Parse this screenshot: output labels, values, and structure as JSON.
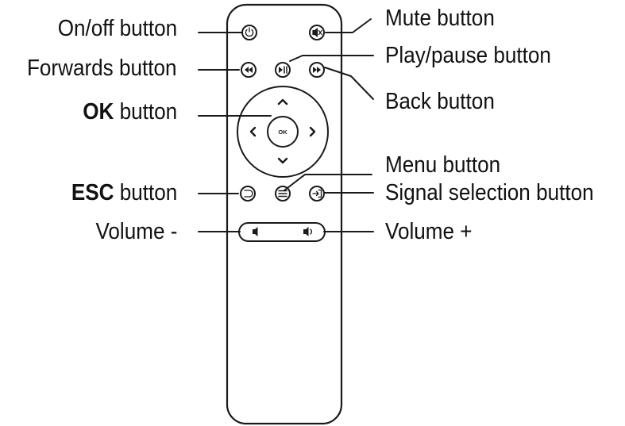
{
  "labels": {
    "on_off": "On/off button",
    "forwards": "Forwards button",
    "ok_bold": "OK",
    "ok_rest": " button",
    "esc_bold": "ESC",
    "esc_rest": " button",
    "volume_minus": "Volume -",
    "mute": "Mute button",
    "play_pause": "Play/pause button",
    "back": "Back button",
    "menu": "Menu button",
    "signal_selection": "Signal selection button",
    "volume_plus": "Volume +"
  },
  "remote": {
    "ok_key_text": "OK"
  },
  "colors": {
    "ink": "#1a1a1a",
    "background": "#ffffff"
  },
  "icons": [
    "power-icon",
    "mute-icon",
    "rewind-icon",
    "play-pause-icon",
    "fast-forward-icon",
    "chevron-up-icon",
    "chevron-down-icon",
    "chevron-left-icon",
    "chevron-right-icon",
    "esc-icon",
    "menu-icon",
    "signal-input-icon",
    "speaker-minus-icon",
    "speaker-plus-icon"
  ]
}
